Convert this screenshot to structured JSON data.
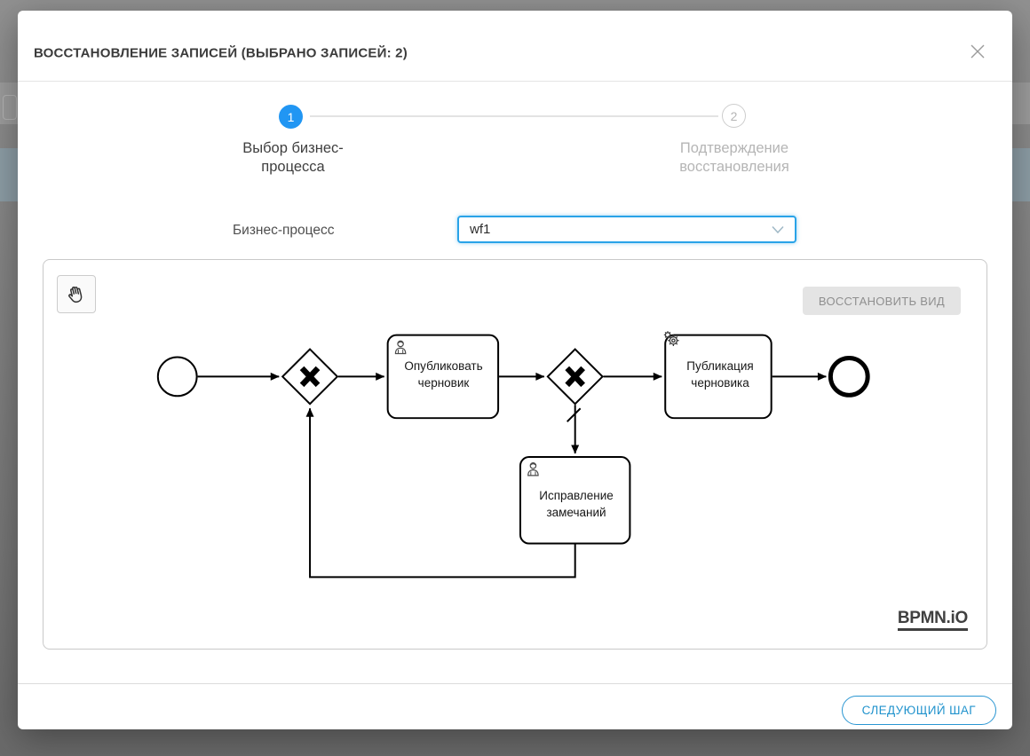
{
  "modal": {
    "title": "ВОССТАНОВЛЕНИЕ ЗАПИСЕЙ (ВЫБРАНО ЗАПИСЕЙ: 2)"
  },
  "stepper": {
    "steps": [
      {
        "number": "1",
        "label": "Выбор бизнес-\nпроцесса",
        "state": "active"
      },
      {
        "number": "2",
        "label": "Подтверждение\nвосстановления",
        "state": "inactive"
      }
    ]
  },
  "form": {
    "label": "Бизнес-процесс",
    "selected_value": "wf1"
  },
  "diagram": {
    "restore_view_button": "ВОССТАНОВИТЬ ВИД",
    "hand_tool_icon": "hand-icon",
    "logo": "BPMN.iO",
    "nodes": [
      {
        "id": "start",
        "type": "start-event",
        "label": ""
      },
      {
        "id": "gateway1",
        "type": "exclusive-gateway",
        "label": ""
      },
      {
        "id": "task1",
        "type": "user-task",
        "label": "Опубликовать\nчерновик"
      },
      {
        "id": "gateway2",
        "type": "exclusive-gateway",
        "label": ""
      },
      {
        "id": "task2",
        "type": "service-task",
        "label": "Публикация\nчерновика"
      },
      {
        "id": "end",
        "type": "end-event",
        "label": ""
      },
      {
        "id": "task3",
        "type": "user-task",
        "label": "Исправление\nзамечаний"
      }
    ],
    "flows": [
      "start -> gateway1",
      "gateway1 -> task1",
      "task1 -> gateway2",
      "gateway2 -> task2 (default)",
      "gateway2 -> task3",
      "task2 -> end",
      "task3 -> gateway1"
    ]
  },
  "footer": {
    "next_button": "СЛЕДУЮЩИЙ ШАГ"
  },
  "colors": {
    "accent_blue": "#2196f3",
    "select_focus_border": "#29a3e8",
    "next_button_blue": "#2a96d2",
    "inactive_gray": "#b5b5b5",
    "restore_button_bg": "#e4e4e4",
    "backdrop_band_blue": "#8d9ea6"
  }
}
